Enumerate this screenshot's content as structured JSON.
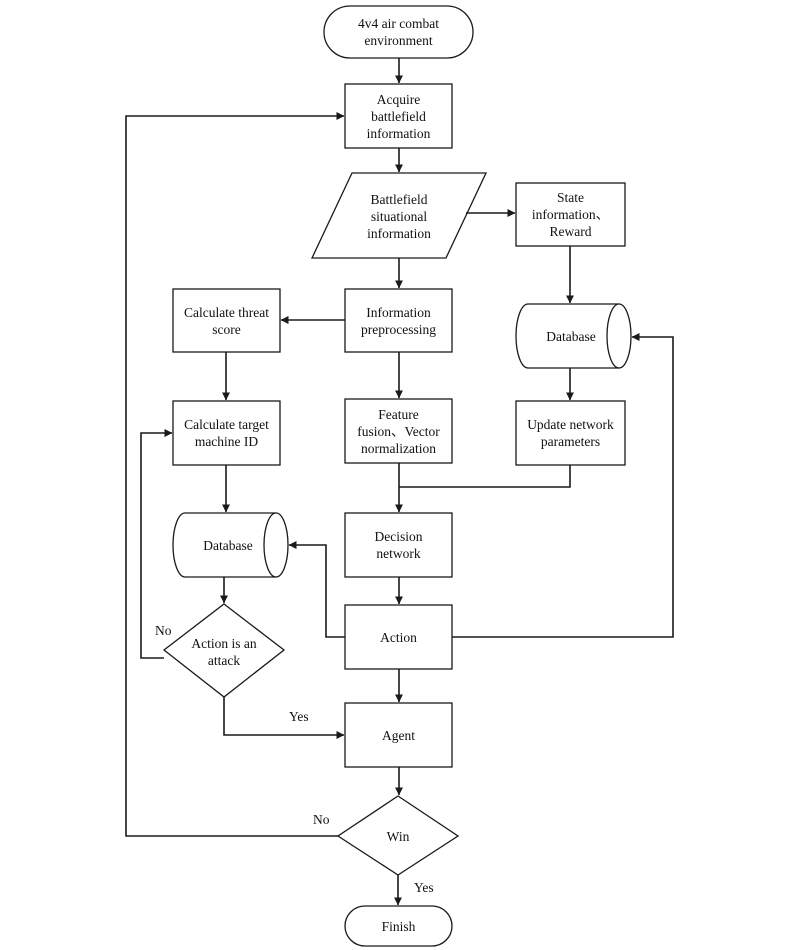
{
  "nodes": {
    "start": "4v4 air combat\nenvironment",
    "acquire": "Acquire\nbattlefield\ninformation",
    "situational": "Battlefield\nsituational\ninformation",
    "state": "State\ninformation、\nReward",
    "db_right": "Database",
    "preprocess": "Information\npreprocessing",
    "threat": "Calculate threat\nscore",
    "target": "Calculate target\nmachine ID",
    "feature": "Feature\nfusion、Vector\nnormalization",
    "update": "Update network\nparameters",
    "db_left": "Database",
    "decision": "Decision\nnetwork",
    "action": "Action",
    "attack": "Action is an\nattack",
    "agent": "Agent",
    "win": "Win",
    "finish": "Finish"
  },
  "edge_labels": {
    "attack_no": "No",
    "attack_yes": "Yes",
    "win_no": "No",
    "win_yes": "Yes"
  }
}
